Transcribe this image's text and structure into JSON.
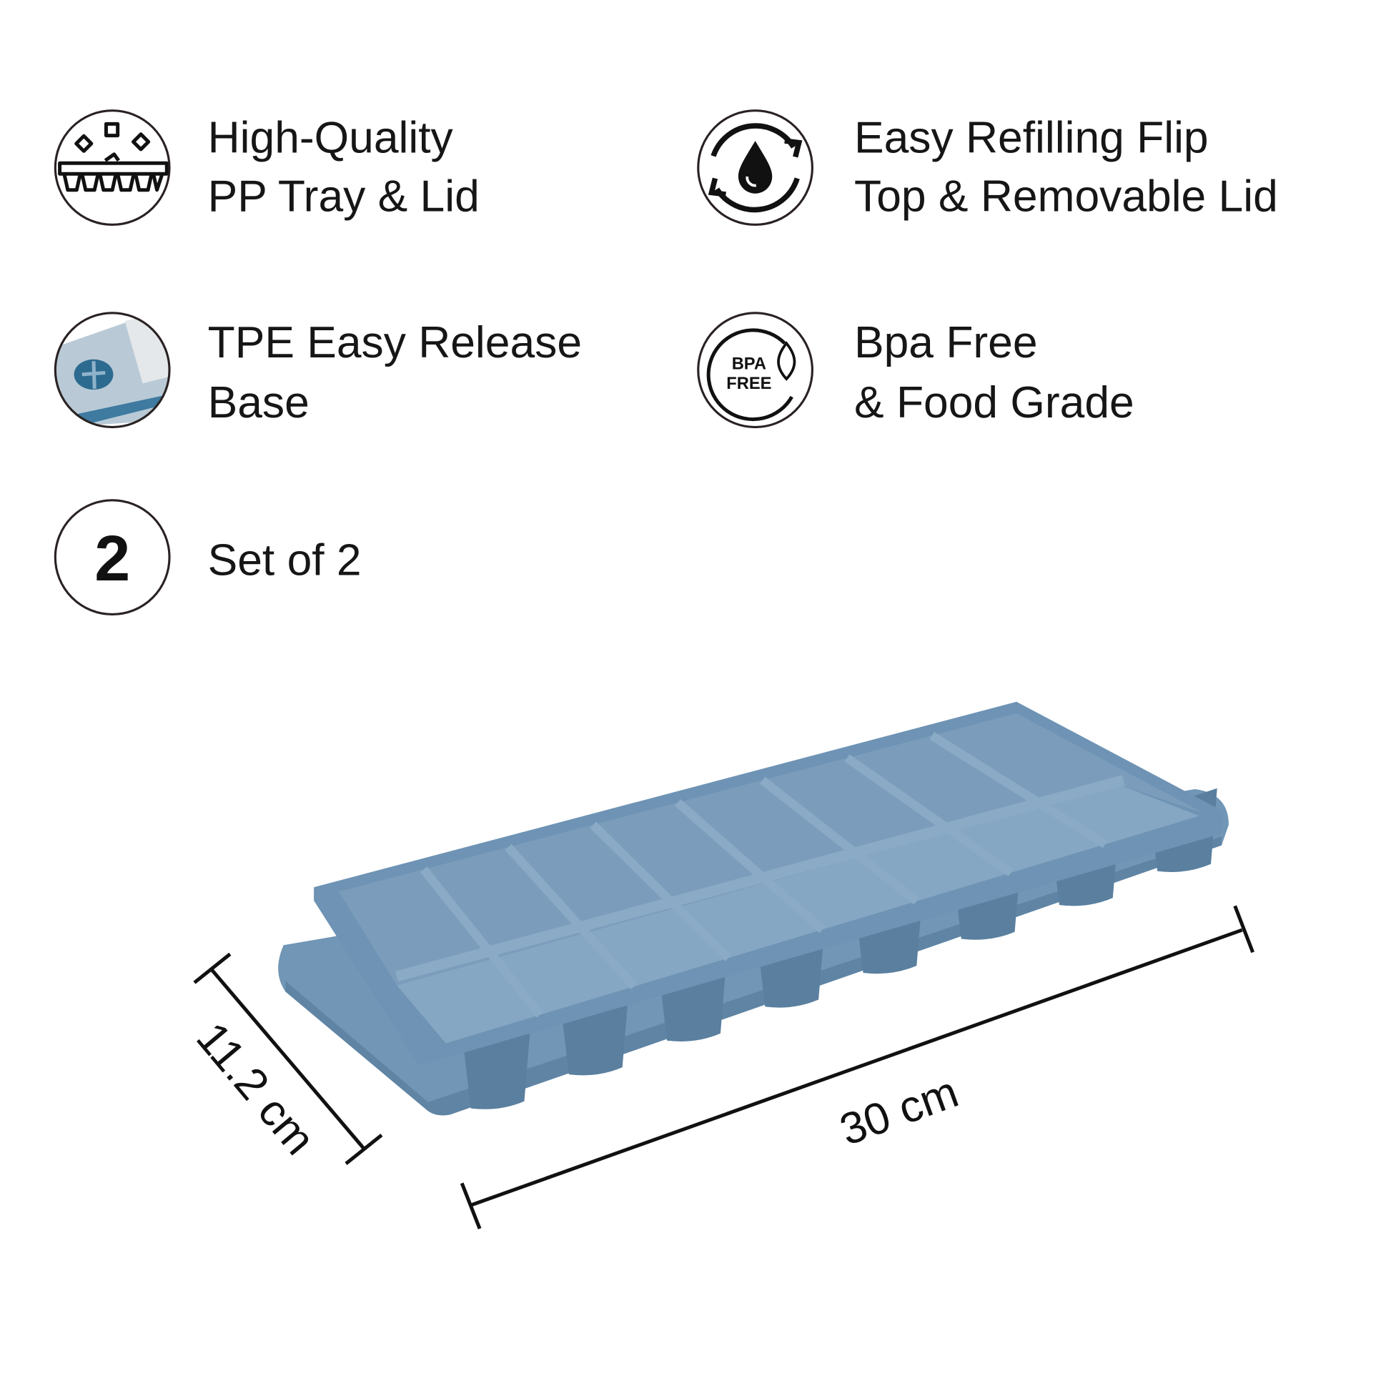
{
  "features": [
    {
      "icon": "ice-tray-icon",
      "lines": [
        "High-Quality",
        "PP Tray & Lid"
      ]
    },
    {
      "icon": "refill-cycle-icon",
      "lines": [
        "Easy Refilling Flip",
        "Top & Removable Lid"
      ]
    },
    {
      "icon": "release-base-photo-icon",
      "lines": [
        "TPE Easy Release",
        "Base"
      ]
    },
    {
      "icon": "bpa-free-icon",
      "lines": [
        "Bpa Free",
        "& Food Grade"
      ],
      "badge": [
        "BPA",
        "FREE"
      ]
    },
    {
      "icon": "number-two-icon",
      "lines": [
        "Set of 2"
      ],
      "badge": "2"
    }
  ],
  "dimensions": {
    "length": "30 cm",
    "width": "11.2 cm"
  },
  "colors": {
    "tray": "#6f93b3",
    "tray_dark": "#5a7f9f",
    "tray_light": "#8aaac6",
    "text": "#161616"
  }
}
